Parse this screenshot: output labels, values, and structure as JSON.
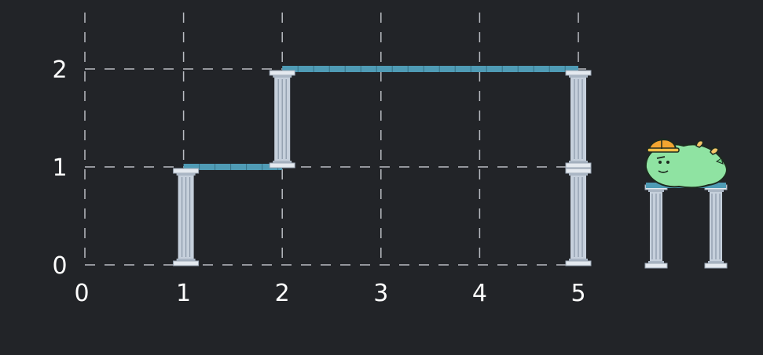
{
  "diagram": {
    "x_ticks": [
      "0",
      "1",
      "2",
      "3",
      "4",
      "5"
    ],
    "y_ticks": [
      "0",
      "1",
      "2"
    ],
    "x_range": [
      0,
      5
    ],
    "y_range": [
      0,
      2
    ],
    "pillars": [
      {
        "x": 1,
        "bottom": 0,
        "top": 1
      },
      {
        "x": 2,
        "bottom": 1,
        "top": 2
      },
      {
        "x": 5,
        "bottom": 0,
        "top": 1
      },
      {
        "x": 5,
        "bottom": 1,
        "top": 2
      }
    ],
    "beams": [
      {
        "x_start": 1,
        "x_end": 2,
        "y": 1
      },
      {
        "x_start": 2,
        "x_end": 5,
        "y": 2
      }
    ],
    "colors": {
      "background": "#222428",
      "grid": "#b9bcc2",
      "beam": "#4f9bb5",
      "pillar": "#c6d0dc",
      "mascot_body": "#8fe3a2",
      "helmet": "#f2a531",
      "text": "#ffffff"
    },
    "mascot": {
      "icon": "green-dinosaur-with-hard-hat-icon",
      "side_pillars": 2
    }
  }
}
